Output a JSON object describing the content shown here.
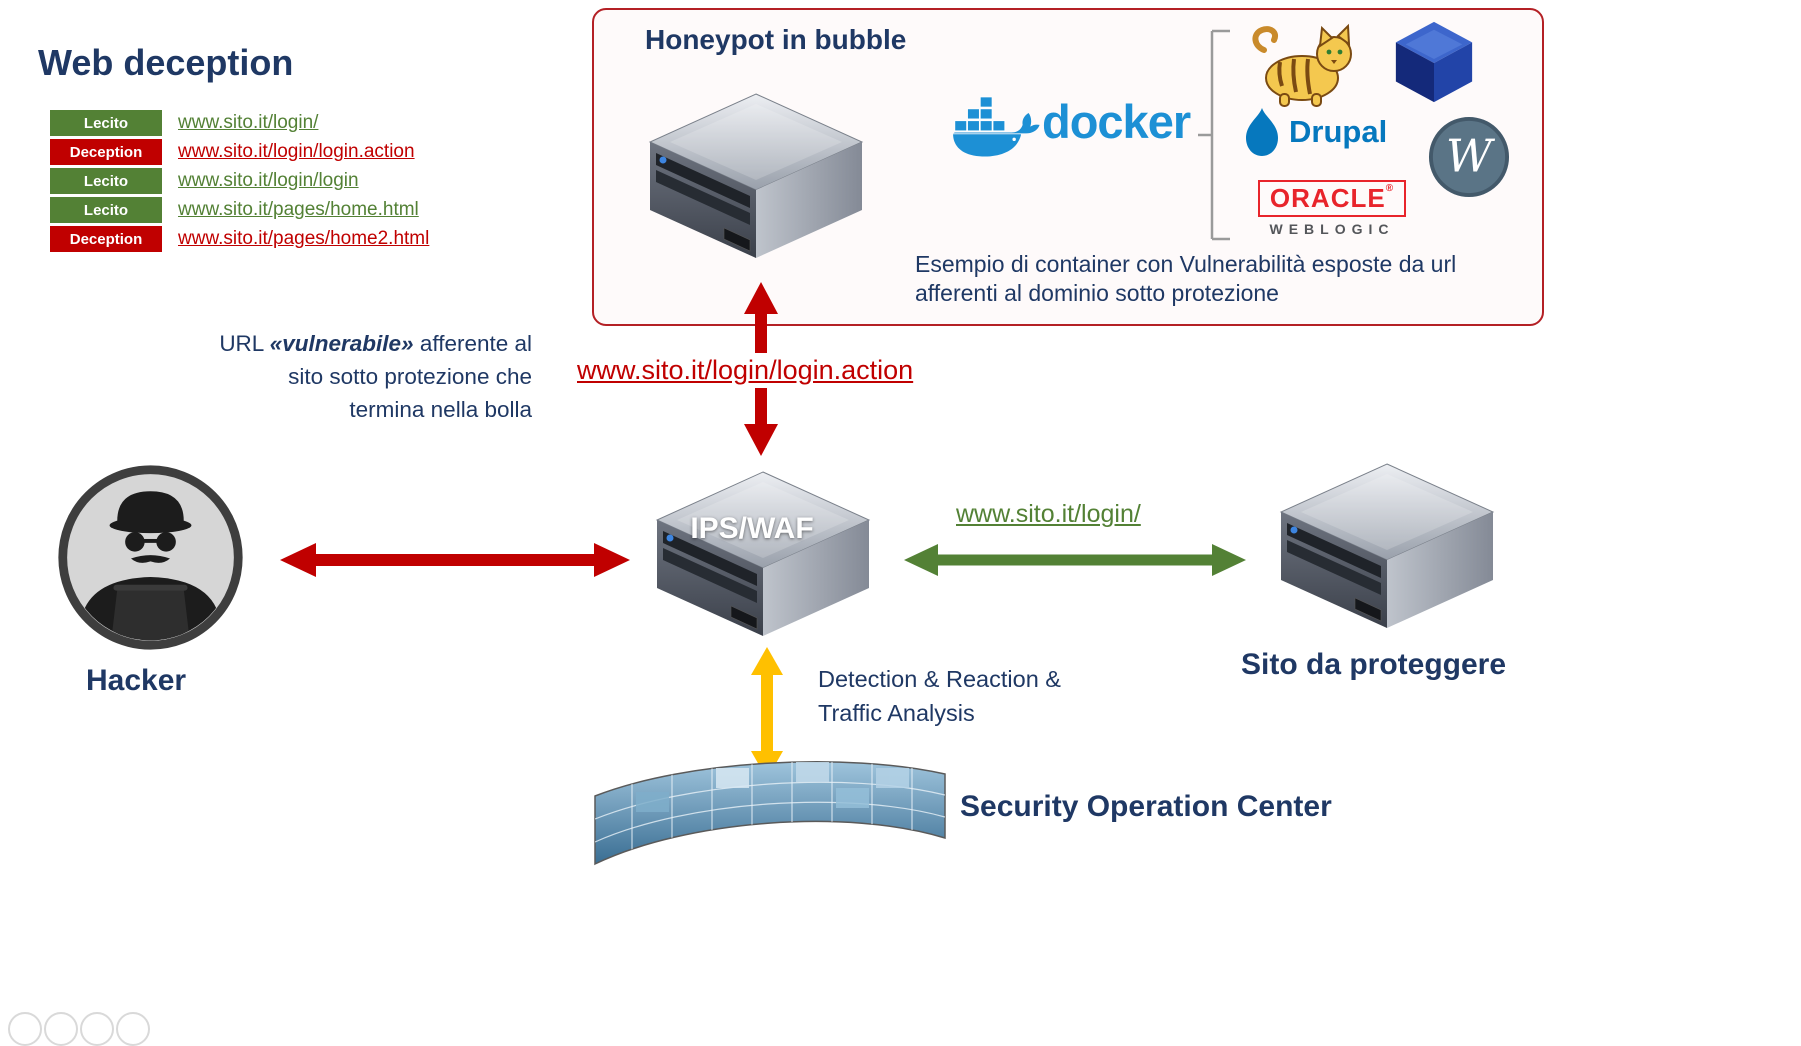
{
  "title": "Web deception",
  "legend": {
    "rows": [
      {
        "label": "Lecito",
        "url": "www.sito.it/login/"
      },
      {
        "label": "Deception",
        "url": "www.sito.it/login/login.action"
      },
      {
        "label": "Lecito",
        "url": "www.sito.it/login/login"
      },
      {
        "label": "Lecito",
        "url": "www.sito.it/pages/home.html"
      },
      {
        "label": "Deception",
        "url": "www.sito.it/pages/home2.html"
      }
    ]
  },
  "bubble": {
    "title": "Honeypot in bubble",
    "caption_line1": "Esempio di container con Vulnerabilità esposte da url",
    "caption_line2": "afferenti al dominio sotto protezione",
    "docker_wordmark": "docker",
    "drupal_wordmark": "Drupal",
    "oracle_wordmark": "ORACLE",
    "oracle_reg": "®",
    "weblogic_wordmark": "WEBLOGIC",
    "wordpress_letter": "W"
  },
  "note": {
    "line1_prefix": "URL ",
    "line1_emph": "«vulnerabile»",
    "line1_suffix": " afferente al",
    "line2": "sito sotto protezione che",
    "line3": "termina nella bolla"
  },
  "flows": {
    "deception_url": "www.sito.it/login/login.action",
    "legit_url": "www.sito.it/login/",
    "soc_line1": "Detection & Reaction &",
    "soc_line2": "Traffic Analysis"
  },
  "nodes": {
    "ips_waf": "IPS/WAF",
    "hacker": "Hacker",
    "protected_site": "Sito da proteggere",
    "soc": "Security Operation Center"
  },
  "colors": {
    "dark_blue": "#1F3864",
    "lecito_green": "#538135",
    "deception_red": "#C00000",
    "soc_arrow_yellow": "#FFC000",
    "docker_blue": "#1D90D5",
    "drupal_blue": "#0678BE",
    "oracle_red": "#E8242B"
  },
  "icons": {
    "hacker": "hacker-avatar-icon",
    "server": "rack-server-icon",
    "docker": "docker-whale-icon",
    "tomcat": "tomcat-cat-icon",
    "cube": "blue-cube-icon",
    "drupal": "drupal-drop-icon",
    "wordpress": "wordpress-circle-icon",
    "videowall": "video-wall-icon"
  }
}
